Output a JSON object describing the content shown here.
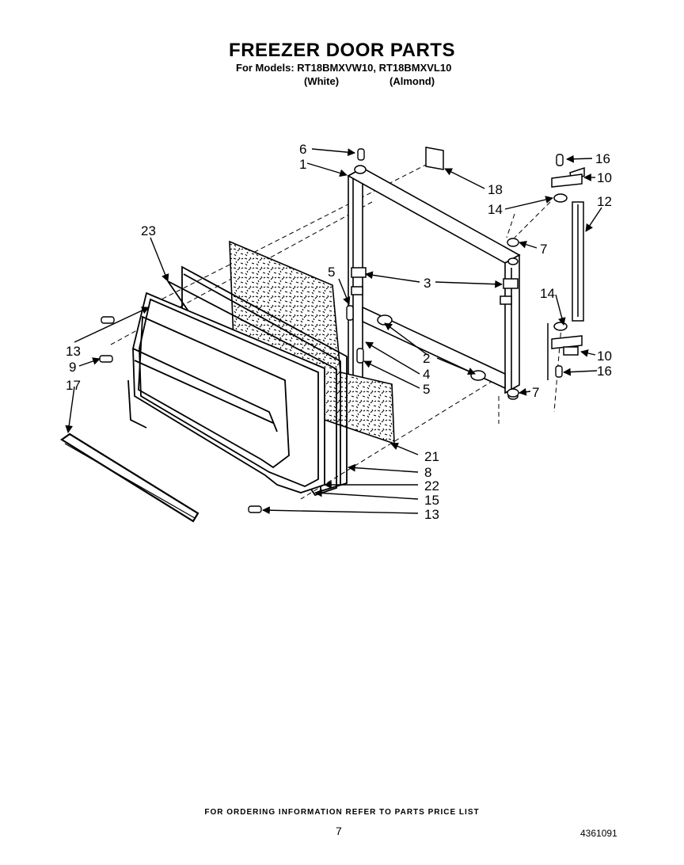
{
  "header": {
    "title": "FREEZER DOOR PARTS",
    "models_line": "For Models: RT18BMXVW10, RT18BMXVL10",
    "color_white": "(White)",
    "color_almond": "(Almond)"
  },
  "callouts": {
    "c6": "6",
    "c1": "1",
    "c18": "18",
    "c16a": "16",
    "c10a": "10",
    "c14a": "14",
    "c12": "12",
    "c7a": "7",
    "c23": "23",
    "c5a": "5",
    "c3": "3",
    "c14b": "14",
    "c13a": "13",
    "c2": "2",
    "c10b": "10",
    "c16b": "16",
    "c9": "9",
    "c4": "4",
    "c5b": "5",
    "c17": "17",
    "c7b": "7",
    "c21": "21",
    "c8": "8",
    "c22": "22",
    "c15": "15",
    "c13b": "13"
  },
  "footer": {
    "ordering_note": "FOR ORDERING INFORMATION REFER TO PARTS PRICE LIST",
    "page_number": "7",
    "document_number": "4361091"
  }
}
